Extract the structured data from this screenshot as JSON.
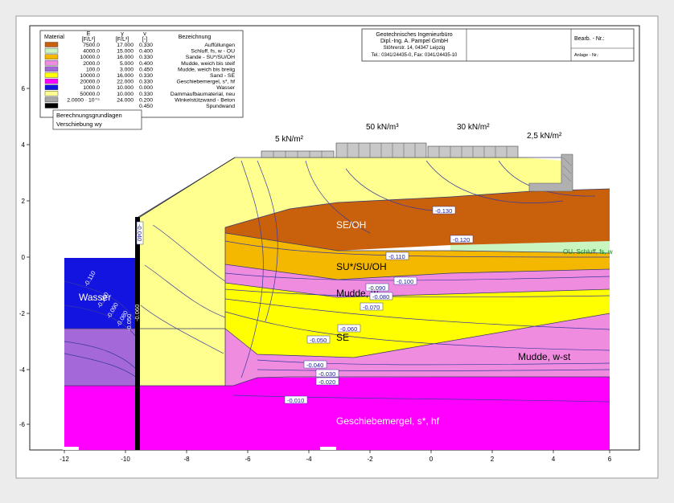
{
  "legend": {
    "headers": {
      "material": "Material",
      "e": "E",
      "e_unit": "[F/L²]",
      "gamma": "γ",
      "gamma_unit": "[F/L³]",
      "nu": "ν",
      "nu_unit": "[-]",
      "bez": "Bezeichnung"
    },
    "rows": [
      {
        "color": "#c8600c",
        "e": "7500.0",
        "gamma": "17.000",
        "nu": "0.330",
        "name": "Auffüllungen"
      },
      {
        "color": "#c8f5c0",
        "e": "4000.0",
        "gamma": "15.000",
        "nu": "0.400",
        "name": "Schluff, fs, w - OU"
      },
      {
        "color": "#f5b800",
        "e": "10000.0",
        "gamma": "16.000",
        "nu": "0.330",
        "name": "Sande - SU*/SU/OH"
      },
      {
        "color": "#f08ce0",
        "e": "2000.0",
        "gamma": "5.000",
        "nu": "0.400",
        "name": "Mudde, weich bis steif"
      },
      {
        "color": "#a468d8",
        "e": "100.0",
        "gamma": "3.000",
        "nu": "0.450",
        "name": "Mudde, weich bis breiig"
      },
      {
        "color": "#ffff00",
        "e": "10000.0",
        "gamma": "16.000",
        "nu": "0.330",
        "name": "Sand - SE"
      },
      {
        "color": "#ff00ff",
        "e": "20000.0",
        "gamma": "22.000",
        "nu": "0.330",
        "name": "Geschiebemergel, s*, hf"
      },
      {
        "color": "#1414e0",
        "e": "1000.0",
        "gamma": "10.000",
        "nu": "0.000",
        "name": "Wasser"
      },
      {
        "color": "#ffff90",
        "e": "50000.0",
        "gamma": "10.000",
        "nu": "0.330",
        "name": "Dammaufbaumaterial, neu"
      },
      {
        "color": "#a8a8a8",
        "e": "2.0000 · 10⁺⁵",
        "gamma": "24.000",
        "nu": "0.200",
        "name": "Winkelstützwand - Beton"
      },
      {
        "color": "#000000",
        "e": "",
        "gamma": "",
        "nu": "0.450",
        "name": "Spundwand"
      }
    ],
    "popup_lines": [
      "Berechnungsgrundlagen",
      "Verschiebung wy"
    ]
  },
  "titleblock": {
    "company_line1": "Geotechnisches Ingenieurbüro",
    "company_line2": "Dipl.-Ing. A. Pampel GmbH",
    "address": "Stöhrerstr. 14, 04347 Leipzig",
    "phone": "Tel.: 0341/24435-0, Fax: 0341/24435-10",
    "bearb_label": "Bearb. - Nr.:",
    "anlage_label": "Anlage - Nr.:"
  },
  "loads": [
    "5 kN/m²",
    "50 kN/m³",
    "30 kN/m²",
    "2,5 kN/m²"
  ],
  "layer_labels": {
    "se_oh": "SE/OH",
    "su_oh": "SU*/SU/OH",
    "ou": "OU, Schluff, fs, w",
    "mudde_w": "Mudde, w",
    "se": "SE",
    "mudde_wst": "Mudde, w-st",
    "geschiebe": "Geschiebemergel, s*, hf",
    "wasser": "Wasser"
  },
  "contour_labels": [
    "-0.130",
    "-0.120",
    "-0.110",
    "-0.100",
    "-0.090",
    "-0.080",
    "-0.070",
    "-0.060",
    "-0.050",
    "-0.040",
    "-0.030",
    "-0.020",
    "-0.010",
    "-0.040",
    "-0.110",
    "-0.100",
    "-0.090",
    "-0.080",
    "-0.060",
    "-0.050"
  ],
  "axis": {
    "x_ticks": [
      "-12",
      "-10",
      "-8",
      "-6",
      "-4",
      "-2",
      "0",
      "2",
      "4",
      "6"
    ],
    "y_ticks": [
      "6",
      "4",
      "2",
      "0",
      "-2",
      "-4",
      "-6"
    ]
  }
}
